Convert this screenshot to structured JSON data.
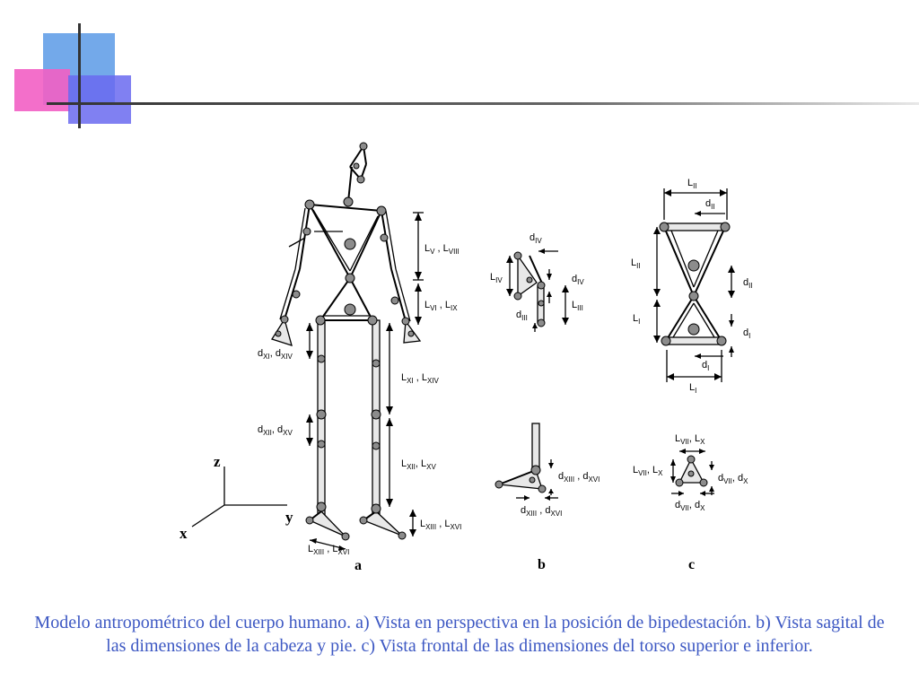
{
  "caption": "Modelo antropométrico del cuerpo humano. a) Vista en perspectiva en la posición de bipedestación. b) Vista sagital de las dimensiones de la cabeza y pie. c) Vista frontal de las dimensiones del torso superior e inferior.",
  "panels": {
    "a": "a",
    "b": "b",
    "c": "c"
  },
  "axes": {
    "x": "x",
    "y": "y",
    "z": "z"
  },
  "colors": {
    "caption": "#3d58c3",
    "deco_blue": "#5a9ae6",
    "deco_pink": "#f25fc4",
    "deco_purple": "#6a6af0"
  },
  "labels_a": {
    "lv": {
      "main": "L",
      "sub": "V",
      "sep": " , ",
      "main2": "L",
      "sub2": "VIII"
    },
    "lvi": {
      "main": "L",
      "sub": "VI",
      "sep": " , ",
      "main2": "L",
      "sub2": "IX"
    },
    "lxi": {
      "main": "L",
      "sub": "XI",
      "sep": " , ",
      "main2": "L",
      "sub2": "XIV"
    },
    "lxii": {
      "main": "L",
      "sub": "XII",
      "sep": ", ",
      "main2": "L",
      "sub2": "XV"
    },
    "lxiii_r": {
      "main": "L",
      "sub": "XIII",
      "sep": " , ",
      "main2": "L",
      "sub2": "XVI"
    },
    "lxiii_b": {
      "main": "L",
      "sub": "XIII",
      "sep": " , ",
      "main2": "L",
      "sub2": "XVI"
    },
    "dxi": {
      "main": "d",
      "sub": "XI",
      "sep": ", ",
      "main2": "d",
      "sub2": "XIV"
    },
    "dxii": {
      "main": "d",
      "sub": "XII",
      "sep": ", ",
      "main2": "d",
      "sub2": "XV"
    }
  },
  "labels_b": {
    "div_top": {
      "main": "d",
      "sub": "IV"
    },
    "liv": {
      "main": "L",
      "sub": "IV"
    },
    "div_right": {
      "main": "d",
      "sub": "IV"
    },
    "diii": {
      "main": "d",
      "sub": "III"
    },
    "liii": {
      "main": "L",
      "sub": "III"
    },
    "dxiii": {
      "main": "d",
      "sub": "XIII",
      "sep": " , ",
      "main2": "d",
      "sub2": "XVI"
    },
    "dxiii_b": {
      "main": "d",
      "sub": "XIII",
      "sep": " , ",
      "main2": "d",
      "sub2": "XVI"
    }
  },
  "labels_c": {
    "lii_top": {
      "main": "L",
      "sub": "II"
    },
    "dii_top": {
      "main": "d",
      "sub": "II"
    },
    "lii_left": {
      "main": "L",
      "sub": "II"
    },
    "dii_right": {
      "main": "d",
      "sub": "II"
    },
    "li_left": {
      "main": "L",
      "sub": "I"
    },
    "di_right": {
      "main": "d",
      "sub": "I"
    },
    "di_bottom": {
      "main": "d",
      "sub": "I"
    },
    "li_bottom": {
      "main": "L",
      "sub": "I"
    },
    "lvii_top": {
      "main": "L",
      "sub": "VII",
      "sep": ", ",
      "main2": "L",
      "sub2": "X"
    },
    "lvii_left": {
      "main": "L",
      "sub": "VII",
      "sep": ", ",
      "main2": "L",
      "sub2": "X"
    },
    "dvii_right": {
      "main": "d",
      "sub": "VII",
      "sep": ", ",
      "main2": "d",
      "sub2": "X"
    },
    "dvii_bottom": {
      "main": "d",
      "sub": "VII",
      "sep": ", ",
      "main2": "d",
      "sub2": "X"
    }
  }
}
